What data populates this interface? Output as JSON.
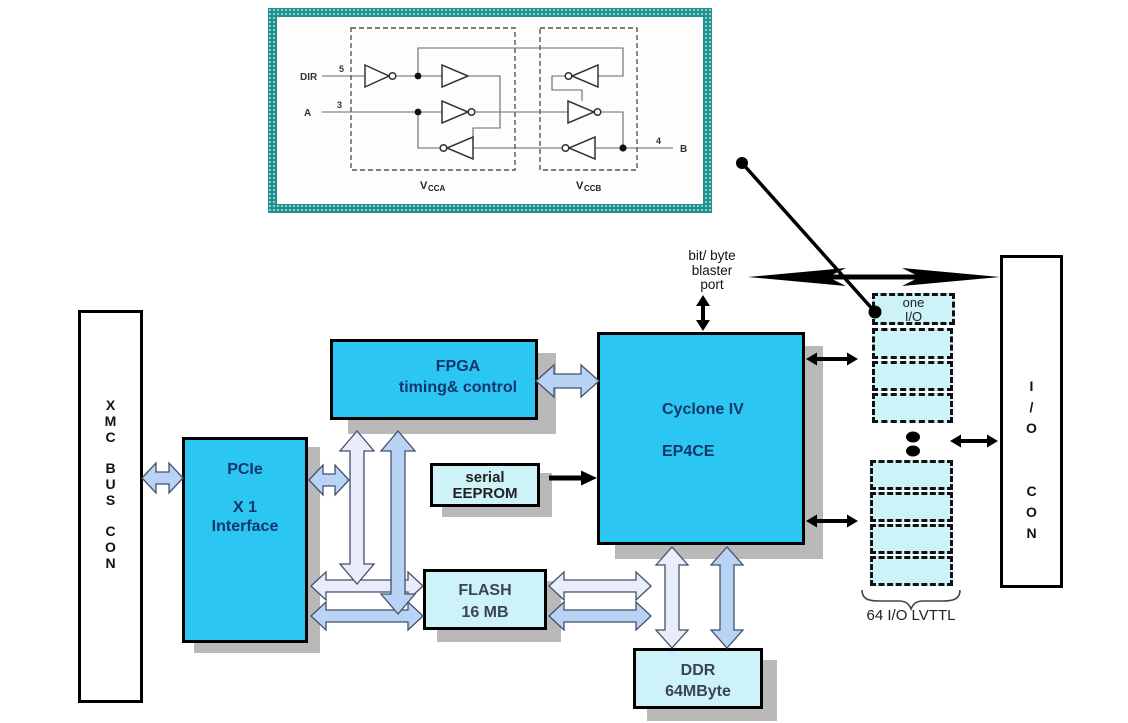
{
  "colors": {
    "box_cyan": "#2bc7f2",
    "box_pale_cyan": "#cdf2f8",
    "arrow_blue": "#b9d3f5",
    "arrow_light": "#e9ecf9",
    "shadow_gray": "#b9b9b9",
    "inset_border_teal": "#1f8c8c",
    "label_navy": "#12356b",
    "arrow_black": "#000000"
  },
  "inset": {
    "dir_label": "DIR",
    "dir_pin": "5",
    "a_label": "A",
    "a_pin": "3",
    "b_label": "B",
    "b_pin": "4",
    "vcca_v": "V",
    "vcca_sub": "CCA",
    "vccb_v": "V",
    "vccb_sub": "CCB"
  },
  "blocks": {
    "xmc_con": "X\nM\nC\n\nB\nU\nS\n\nC\nO\nN",
    "pcie": "PCIe\n\nX 1\nInterface",
    "fpga": "FPGA\ntiming& control",
    "cyclone": "Cyclone IV\n\nEP4CE",
    "eeprom": "serial\nEEPROM",
    "flash": "FLASH\n16 MB",
    "ddr": "DDR\n64MByte",
    "one_io": "one\nI/O",
    "io_con": "I\n/\nO\n\n\nC\nO\nN"
  },
  "labels": {
    "blaster_port": "bit/ byte\nblaster\nport",
    "lvttl": "64 I/O LVTTL"
  }
}
